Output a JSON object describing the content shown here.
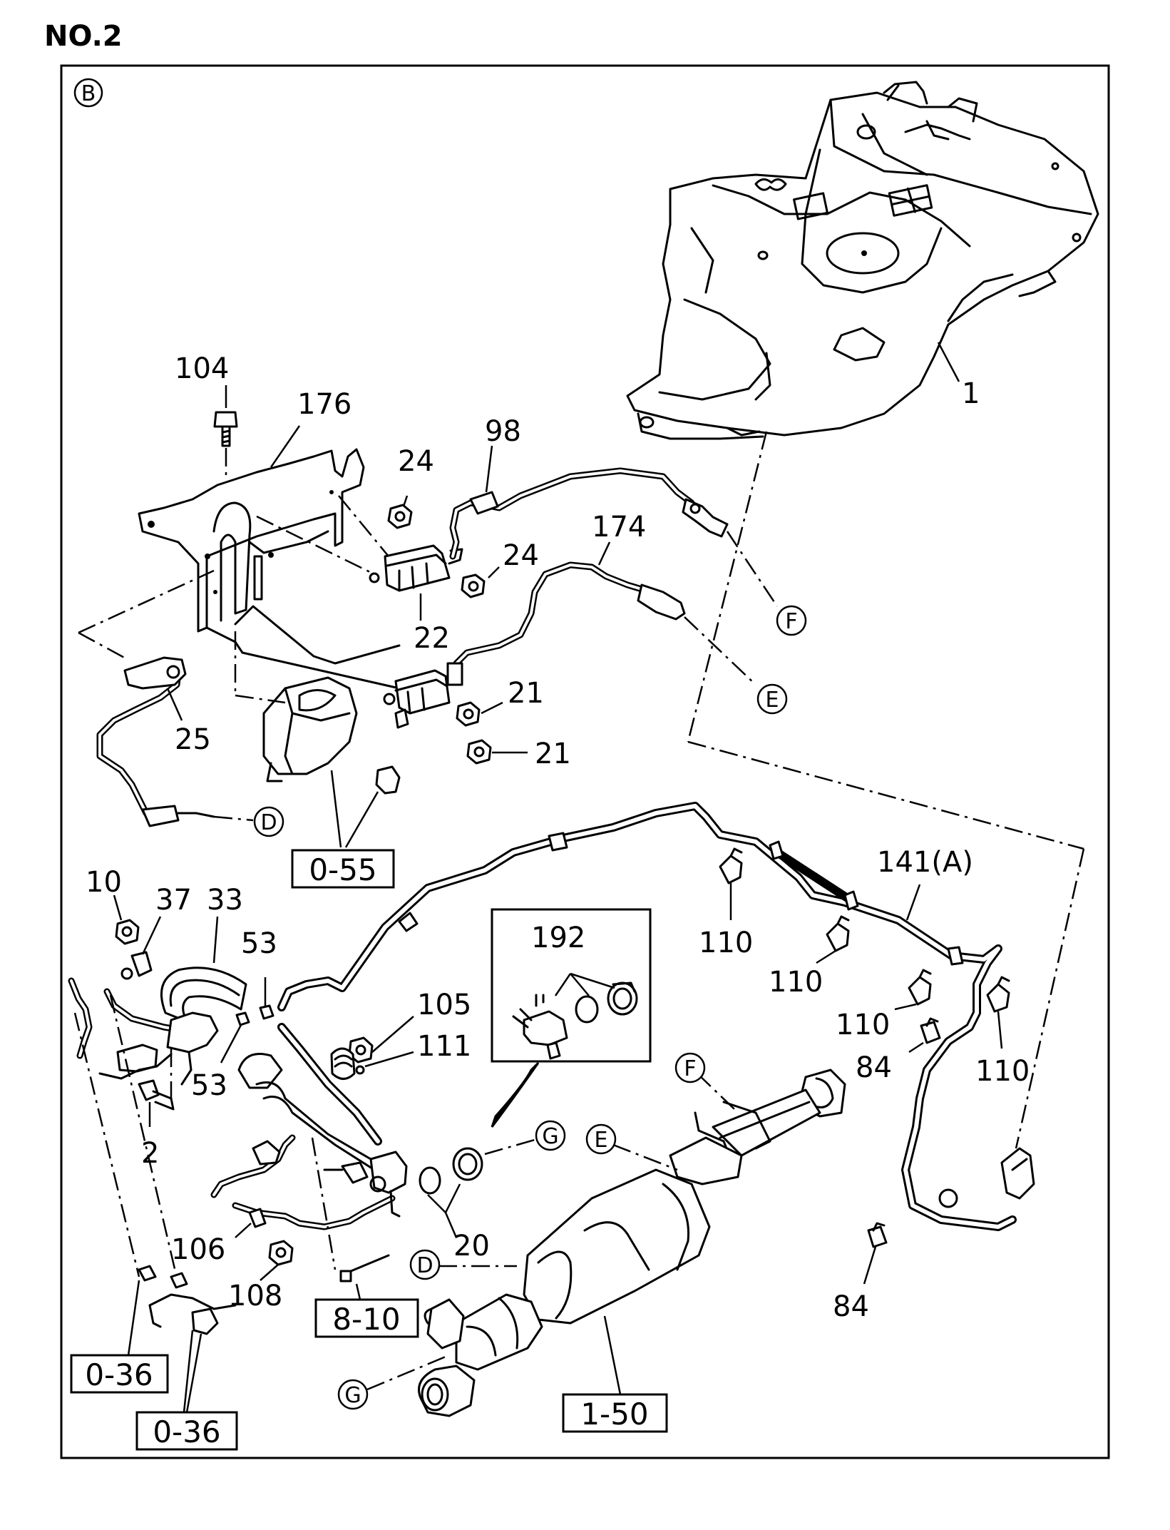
{
  "page": {
    "title": "NO.2",
    "section_marker": "B"
  },
  "callouts": {
    "c1": "1",
    "c104": "104",
    "c176": "176",
    "c24a": "24",
    "c24b": "24",
    "c98": "98",
    "c174": "174",
    "c22": "22",
    "c25": "25",
    "c21a": "21",
    "c21b": "21",
    "c141": "141(A)",
    "c10": "10",
    "c37": "37",
    "c33": "33",
    "c53a": "53",
    "c53b": "53",
    "c105": "105",
    "c111": "111",
    "c192": "192",
    "c110a": "110",
    "c110b": "110",
    "c110c": "110",
    "c110d": "110",
    "c84a": "84",
    "c84b": "84",
    "c2": "2",
    "c20": "20",
    "c106": "106",
    "c108": "108"
  },
  "references": {
    "r055": "0-55",
    "r810": "8-10",
    "r036a": "0-36",
    "r036b": "0-36",
    "r150": "1-50"
  },
  "connectors": {
    "D1": "D",
    "D2": "D",
    "E1": "E",
    "E2": "E",
    "F1": "F",
    "F2": "F",
    "G1": "G",
    "G2": "G"
  },
  "icons": [
    "fuel-tank-icon",
    "bracket-icon",
    "sensor-icon",
    "catalytic-converter-icon"
  ]
}
